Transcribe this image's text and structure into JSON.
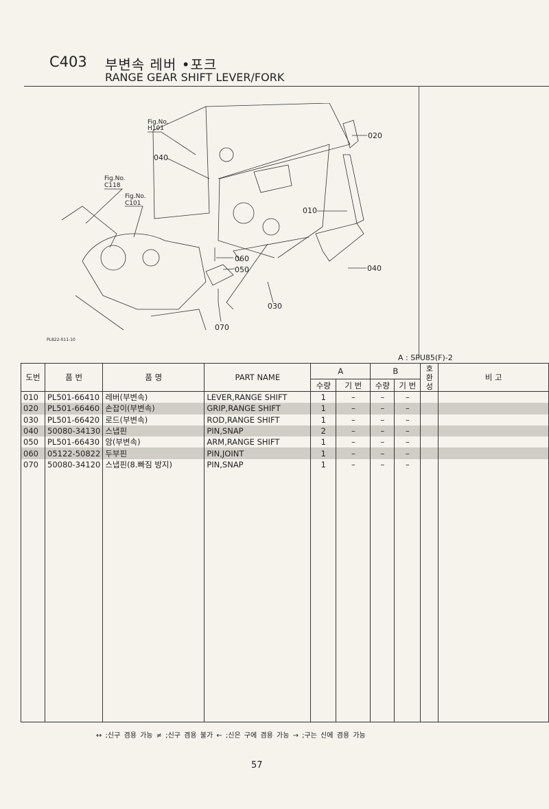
{
  "header": {
    "code": "C403",
    "title_ko": "부변속 레버 •포크",
    "title_en": "RANGE GEAR SHIFT LEVER/FORK"
  },
  "diagram": {
    "fig_refs": [
      {
        "label": "Fig.No.",
        "num": "H101"
      },
      {
        "label": "Fig.No.",
        "num": "C118"
      },
      {
        "label": "Fig.No.",
        "num": "C101"
      }
    ],
    "callouts": [
      "020",
      "040",
      "010",
      "060",
      "050",
      "040",
      "030",
      "070"
    ],
    "drawing_code": "PL822-011-10"
  },
  "model_note": "A : SPU85(F)-2",
  "table": {
    "headers": {
      "ref": "도번",
      "part_no": "품 번",
      "name_ko": "품 명",
      "part_name": "PART NAME",
      "group_a": "A",
      "group_b": "B",
      "qty": "수량",
      "serial": "기 번",
      "compat": "호환성",
      "remarks": "비 고"
    },
    "rows": [
      {
        "ref": "010",
        "part_no": "PL501-66410",
        "name_ko": "레버(부변속)",
        "name_en": "LEVER,RANGE SHIFT",
        "a_qty": "1",
        "a_serial": "–",
        "b_qty": "–",
        "b_serial": "–"
      },
      {
        "ref": "020",
        "part_no": "PL501-66460",
        "name_ko": "손잡이(부변속)",
        "name_en": "GRIP,RANGE SHIFT",
        "a_qty": "1",
        "a_serial": "–",
        "b_qty": "–",
        "b_serial": "–"
      },
      {
        "ref": "030",
        "part_no": "PL501-66420",
        "name_ko": "로드(부변속)",
        "name_en": "ROD,RANGE SHIFT",
        "a_qty": "1",
        "a_serial": "–",
        "b_qty": "–",
        "b_serial": "–"
      },
      {
        "ref": "040",
        "part_no": "50080-34130",
        "name_ko": "스냅핀",
        "name_en": "PIN,SNAP",
        "a_qty": "2",
        "a_serial": "–",
        "b_qty": "–",
        "b_serial": "–"
      },
      {
        "ref": "050",
        "part_no": "PL501-66430",
        "name_ko": "암(부변속)",
        "name_en": "ARM,RANGE SHIFT",
        "a_qty": "1",
        "a_serial": "–",
        "b_qty": "–",
        "b_serial": "–"
      },
      {
        "ref": "060",
        "part_no": "05122-50822",
        "name_ko": "두부핀",
        "name_en": "PIN,JOINT",
        "a_qty": "1",
        "a_serial": "–",
        "b_qty": "–",
        "b_serial": "–"
      },
      {
        "ref": "070",
        "part_no": "50080-34120",
        "name_ko": "스냅핀(8.빠짐 방지)",
        "name_en": "PIN,SNAP",
        "a_qty": "1",
        "a_serial": "–",
        "b_qty": "–",
        "b_serial": "–"
      }
    ]
  },
  "legend": "↔ ;신구 겸용 가능    ≠ ;신구 겸용 불가    ← ;신은 구에 겸용 가능    → ;구는 신에 겸용 가능",
  "page_number": "57"
}
